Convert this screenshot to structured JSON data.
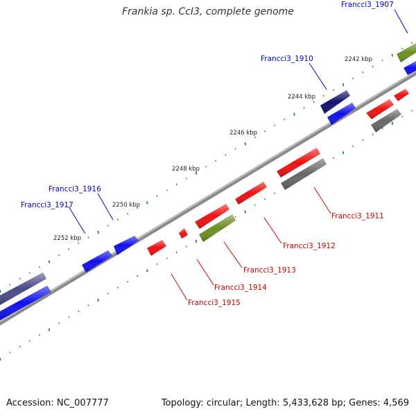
{
  "title": "Frankia sp. CcI3, complete genome",
  "footer": {
    "accession_label": "Accession:",
    "accession": "NC_007777",
    "topology_label": "Topology:",
    "topology": "circular",
    "length_label": "Length:",
    "length": "5,433,628 bp",
    "genes_label": "Genes:",
    "genes": "4,569"
  },
  "scale_ticks": [
    "2242 kbp",
    "2244 kbp",
    "2246 kbp",
    "2248 kbp",
    "2250 kbp",
    "2252 kbp"
  ],
  "genes": [
    {
      "label": "Francci3_1907",
      "strand": "plus",
      "color": "#0000cc"
    },
    {
      "label": "Francci3_1910",
      "strand": "plus",
      "color": "#0000cc"
    },
    {
      "label": "Francci3_1911",
      "strand": "minus",
      "color": "#cc0000"
    },
    {
      "label": "Francci3_1912",
      "strand": "minus",
      "color": "#cc0000"
    },
    {
      "label": "Francci3_1913",
      "strand": "minus",
      "color": "#cc0000"
    },
    {
      "label": "Francci3_1914",
      "strand": "minus",
      "color": "#cc0000"
    },
    {
      "label": "Francci3_1915",
      "strand": "minus",
      "color": "#cc0000"
    },
    {
      "label": "Francci3_1916",
      "strand": "plus",
      "color": "#0000cc"
    },
    {
      "label": "Francci3_1917",
      "strand": "plus",
      "color": "#0000cc"
    }
  ],
  "colors": {
    "cds_plus": "#1010ee",
    "cds_minus": "#ee1111",
    "gene_dark": "#101070",
    "gene_olive": "#6b8e23",
    "gene_gray": "#666666",
    "gene_purple": "#4a4a8a",
    "backbone": "#888888",
    "tick": "#228b22"
  }
}
